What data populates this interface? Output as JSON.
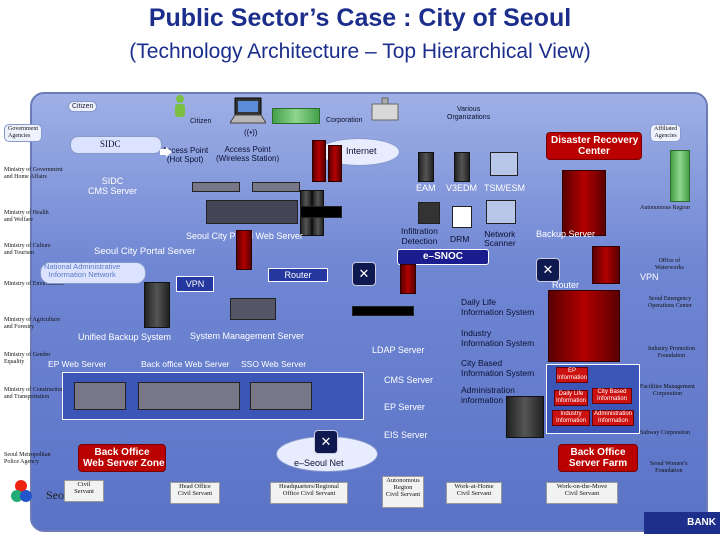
{
  "title": "Public Sector’s Case : City of Seoul",
  "subtitle": "(Technology Architecture – Top Hierarchical View)",
  "top": {
    "citizen_chip": "Citizen",
    "citizen": "Citizen",
    "corporation": "Corporation",
    "various_orgs": "Various\nOrganizations",
    "access_point_hot": "Access Point\n(Hot Spot)",
    "access_point_wireless": "Access Point\n(Wireless Station)",
    "internet": "Internet",
    "wifi_label": "((•))"
  },
  "left_agencies": {
    "government_agencies": "Government\nAgencies",
    "items": [
      "Ministry of Government\nand Home Affairs",
      "Ministry of Health\nand Welfare",
      "Ministry of Culture\nand Tourism",
      "Ministry of Environment",
      "Ministry of Agriculture\nand Forestry",
      "Ministry of Gender\nEquality",
      "Ministry of Construction\nand Transportation",
      "Seoul Metropolitan\nPolice Agency"
    ],
    "seoul": "Seoul"
  },
  "right_agencies": {
    "affiliated": "Affiliated\nAgencies",
    "items": [
      "Autonomous Region",
      "Office of\nWaterworks",
      "Seoul Emergency\nOperations Center",
      "Industry Promotion\nFoundation",
      "Facilities Management\nCorporation",
      "Subway Corporation",
      "Seoul Women’s\nFoundation"
    ]
  },
  "diagram": {
    "sidc": "SIDC",
    "sidc_cms": "SIDC\nCMS Server",
    "disaster": "Disaster Recovery\nCenter",
    "eam": "EAM",
    "v3edm": "V3EDM",
    "tsm": "TSM/ESM",
    "infiltration": "Infiltration\nDetection",
    "drm": "DRM",
    "net_scanner": "Network\nScanner",
    "backup_server": "Backup Server",
    "esnoc": "e–SNOC",
    "router_center": "Router",
    "router_right": "Router",
    "vpn_left": "VPN",
    "vpn_right": "VPN",
    "portal_web": "Seoul City Portal Web Server",
    "portal": "Seoul City Portal Server",
    "admin_net": "National Administrative\nInformation Network",
    "daily_life": "Daily Life\nInformation System",
    "industry": "Industry\nInformation System",
    "city_based": "City Based\nInformation System",
    "administration": "Administration\ninformation",
    "unified_backup": "Unified Backup System",
    "sys_mgmt": "System Management Server",
    "ldap": "LDAP Server",
    "cms": "CMS Server",
    "ep_server": "EP Server",
    "eis": "EIS Server",
    "ep_web": "EP Web Server",
    "backoffice_web": "Back office Web Server",
    "sso": "SSO Web Server",
    "back_office_zone": "Back Office\nWeb Server Zone",
    "back_office_farm": "Back Office\nServer Farm",
    "eseoul_net": "e–Seoul Net",
    "mini_info": [
      "EP\nInformation",
      "Daily Life\nInformation",
      "City Based\nInformation",
      "Industry\nInformation",
      "Administration\nInformation"
    ]
  },
  "bottom": {
    "civil": "Civil\nServant",
    "head_office": "Head Office\nCivil Servant",
    "headquarters": "Headquarters/Regional\nOffice Civil Servant",
    "autonomous": "Autonomous\nRegion\nCivil Servant",
    "workathome": "Work-at-Home\nCivil Servant",
    "workonthego": "Work-on-the-Move\nCivil Servant"
  },
  "corner": {
    "bank": "BANK"
  }
}
